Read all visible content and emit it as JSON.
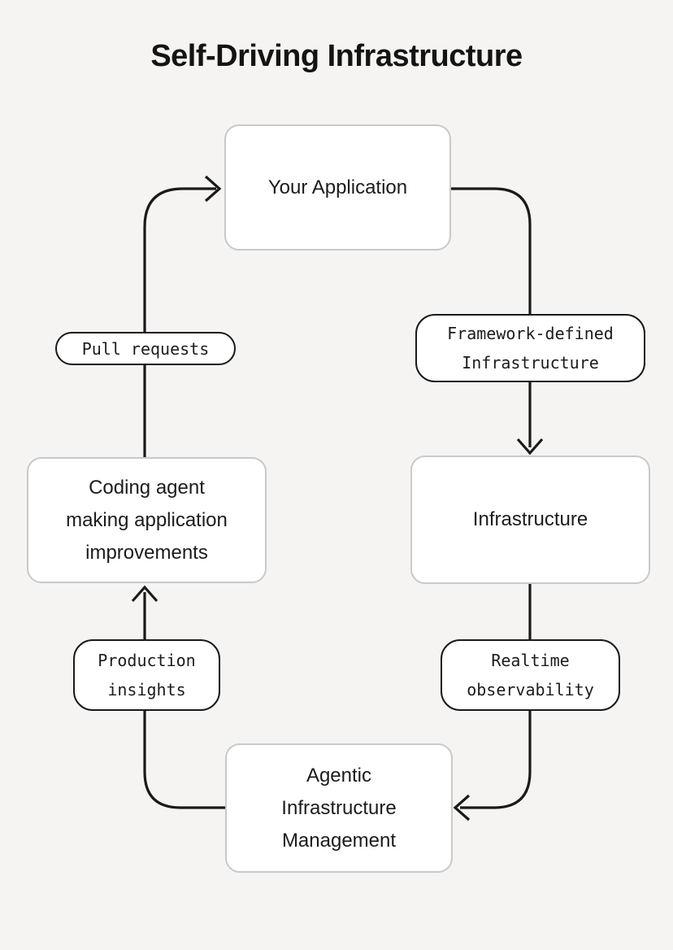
{
  "title": "Self-Driving Infrastructure",
  "colors": {
    "background": "#f5f4f2",
    "node_fill": "#ffffff",
    "node_border": "#c9c9c9",
    "edge_line": "#1a1a1a",
    "edge_label_border": "#1a1a1a",
    "text": "#1c1c1c"
  },
  "diagram": {
    "type": "cycle",
    "nodes": [
      {
        "id": "your-application",
        "label": "Your Application"
      },
      {
        "id": "infrastructure",
        "label": "Infrastructure"
      },
      {
        "id": "agentic-infrastructure-management",
        "label": "Agentic\nInfrastructure\nManagement"
      },
      {
        "id": "coding-agent-making-application-improvements",
        "label": "Coding agent\nmaking application\nimprovements"
      }
    ],
    "edges": [
      {
        "from": "your-application",
        "to": "infrastructure",
        "label": "Framework-defined\nInfrastructure"
      },
      {
        "from": "infrastructure",
        "to": "agentic-infrastructure-management",
        "label": "Realtime\nobservability"
      },
      {
        "from": "agentic-infrastructure-management",
        "to": "coding-agent-making-application-improvements",
        "label": "Production\ninsights"
      },
      {
        "from": "coding-agent-making-application-improvements",
        "to": "your-application",
        "label": "Pull requests"
      }
    ]
  }
}
